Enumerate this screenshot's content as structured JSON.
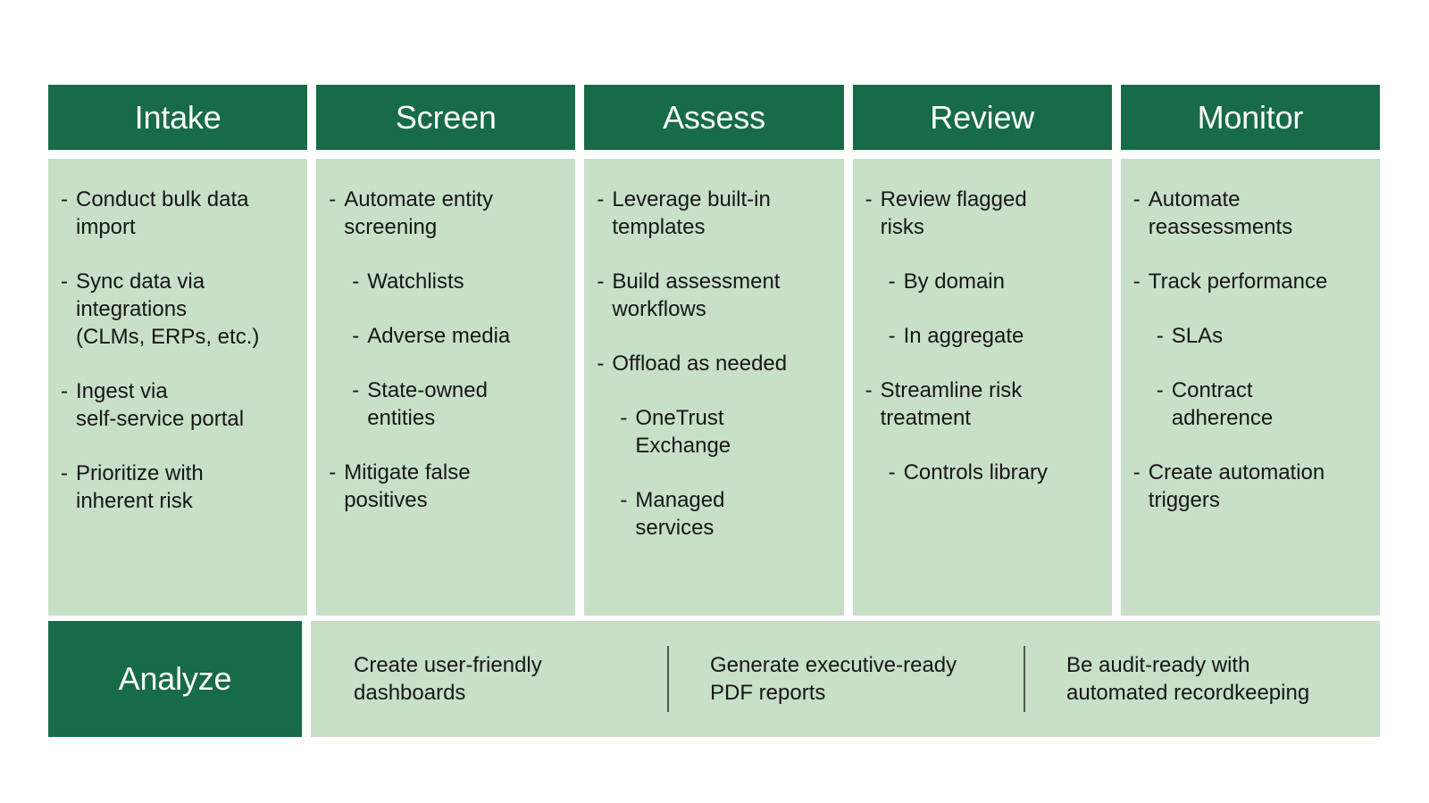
{
  "theme": {
    "header_green": "#176B47",
    "body_green": "#C8DFC8",
    "text_dark": "#171717",
    "header_text": "#FFFFFF",
    "page_background": "#FFFFFF",
    "divider": "#4F5A50"
  },
  "columns": [
    {
      "header": "Intake",
      "bullets": [
        {
          "level": 1,
          "marker": "-",
          "text": "Conduct bulk data\nimport"
        },
        {
          "level": 1,
          "marker": "-",
          "text": "Sync data via\nintegrations\n(CLMs, ERPs, etc.)"
        },
        {
          "level": 1,
          "marker": "-",
          "text": "Ingest via\nself-service portal"
        },
        {
          "level": 1,
          "marker": "-",
          "text": "Prioritize with\ninherent risk"
        }
      ]
    },
    {
      "header": "Screen",
      "bullets": [
        {
          "level": 1,
          "marker": "-",
          "text": "Automate entity\nscreening"
        },
        {
          "level": 2,
          "marker": "-",
          "text": "Watchlists"
        },
        {
          "level": 2,
          "marker": "-",
          "text": "Adverse media"
        },
        {
          "level": 2,
          "marker": "-",
          "text": "State-owned\nentities"
        },
        {
          "level": 1,
          "marker": "-",
          "text": "Mitigate false\npositives"
        }
      ]
    },
    {
      "header": "Assess",
      "bullets": [
        {
          "level": 1,
          "marker": "-",
          "text": "Leverage built-in\ntemplates"
        },
        {
          "level": 1,
          "marker": "-",
          "text": "Build assessment\nworkflows"
        },
        {
          "level": 1,
          "marker": "-",
          "text": "Offload as needed"
        },
        {
          "level": 2,
          "marker": "-",
          "text": "OneTrust\nExchange"
        },
        {
          "level": 2,
          "marker": "-",
          "text": "Managed\nservices"
        }
      ]
    },
    {
      "header": "Review",
      "bullets": [
        {
          "level": 1,
          "marker": "-",
          "text": "Review flagged\nrisks"
        },
        {
          "level": 2,
          "marker": "-",
          "text": "By domain"
        },
        {
          "level": 2,
          "marker": "-",
          "text": "In aggregate"
        },
        {
          "level": 1,
          "marker": "-",
          "text": "Streamline risk\ntreatment"
        },
        {
          "level": 2,
          "marker": "-",
          "text": "Controls library"
        }
      ]
    },
    {
      "header": "Monitor",
      "bullets": [
        {
          "level": 1,
          "marker": "-",
          "text": "Automate\nreassessments"
        },
        {
          "level": 1,
          "marker": "-",
          "text": "Track performance"
        },
        {
          "level": 2,
          "marker": "-",
          "text": "SLAs"
        },
        {
          "level": 2,
          "marker": "-",
          "text": "Contract\nadherence"
        },
        {
          "level": 1,
          "marker": "-",
          "text": "Create automation\ntriggers"
        }
      ]
    }
  ],
  "analyze": {
    "label": "Analyze",
    "items": [
      "Create user-friendly\ndashboards",
      "Generate executive-ready\nPDF reports",
      "Be audit-ready with\nautomated recordkeeping"
    ]
  }
}
